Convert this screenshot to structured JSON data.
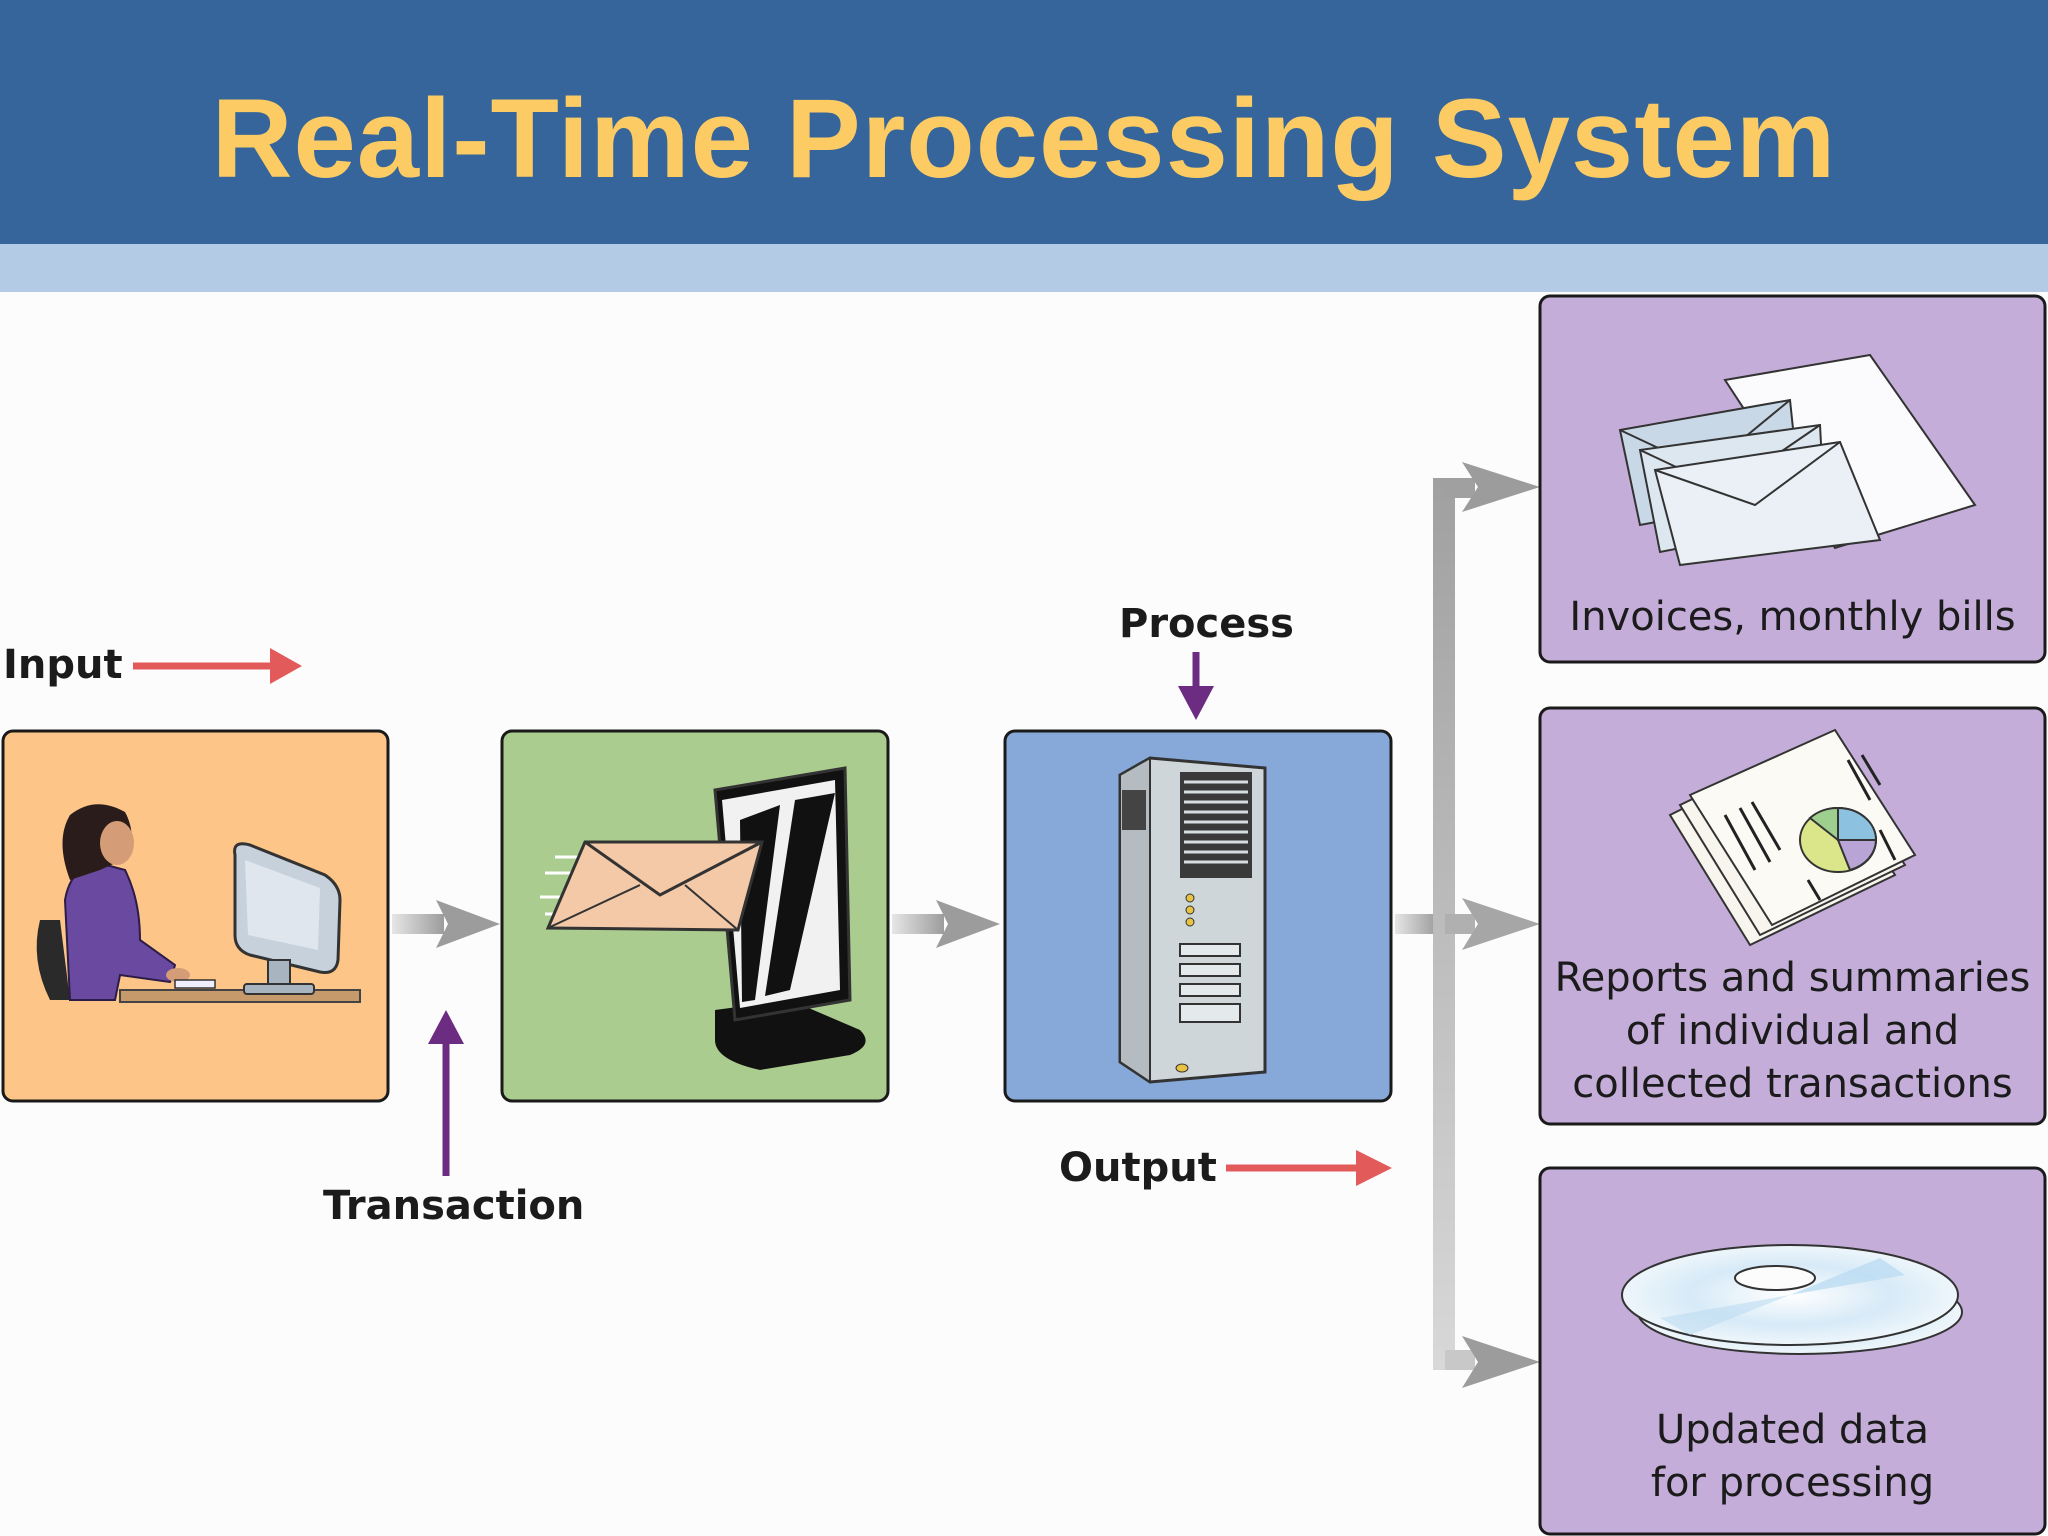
{
  "title": "Real-Time Processing System",
  "labels": {
    "input": "Input",
    "transaction": "Transaction",
    "process": "Process",
    "output": "Output"
  },
  "outputs": [
    {
      "lines": [
        "Invoices, monthly bills"
      ]
    },
    {
      "lines": [
        "Reports and summaries",
        "of individual and",
        "collected transactions"
      ]
    },
    {
      "lines": [
        "Updated data",
        "for processing"
      ]
    }
  ],
  "colors": {
    "header": "#35659a",
    "title": "#fccb63",
    "subband": "#b3cbe4",
    "input_panel": "#fdc587",
    "transmit_panel": "#abcc8f",
    "process_panel": "#87a9da",
    "output_panel": "#c4aed9",
    "red_arrow": "#e35a5a",
    "purple_arrow": "#6b2c82",
    "flow_arrow": "#a3a3a3"
  },
  "icons": [
    "person-at-computer-icon",
    "envelope-monitor-icon",
    "server-tower-icon",
    "envelopes-icon",
    "reports-icon",
    "discs-icon"
  ]
}
